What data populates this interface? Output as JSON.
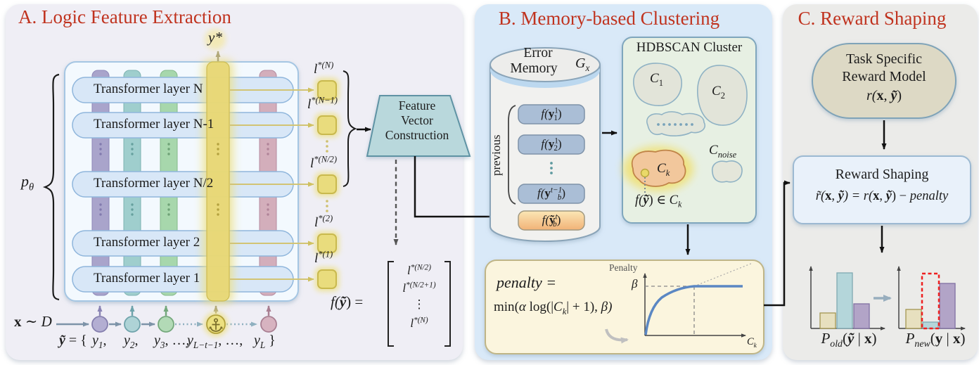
{
  "panelA": {
    "title": "A. Logic Feature Extraction",
    "p_theta": {
      "base": "p",
      "sub": "θ"
    },
    "y_star": "y*",
    "layers": [
      "Transformer layer N",
      "Transformer layer N-1",
      "Transformer layer N/2",
      "Transformer layer 2",
      "Transformer layer 1"
    ],
    "logits": [
      {
        "base": "l",
        "sup": "*(N)"
      },
      {
        "base": "l",
        "sup": "*(N−1)"
      },
      {
        "base": "l",
        "sup": "*(N/2)"
      },
      {
        "base": "l",
        "sup": "*(2)"
      },
      {
        "base": "l",
        "sup": "*(1)"
      }
    ],
    "trapezoid_lines": [
      "Feature",
      "Vector",
      "Construction"
    ],
    "vector": {
      "lhs": {
        "pre": "f(",
        "y": "ỹ",
        "post": ") ="
      },
      "entries": [
        {
          "base": "l",
          "sup": "*(N/2)"
        },
        {
          "base": "l",
          "sup": "*(N/2+1)"
        },
        {
          "base": "l",
          "sup": "*(N)"
        }
      ],
      "dots": "⋮"
    },
    "input": {
      "x_label": {
        "x": "x",
        "rest": " ∼ D"
      },
      "seq_lhs": {
        "y": "ỹ",
        "rest": " = {"
      },
      "tokens": [
        {
          "base": "y",
          "sub": "1",
          "post": ","
        },
        {
          "base": "y",
          "sub": "2",
          "post": ","
        },
        {
          "base": "y",
          "sub": "3",
          "post": ", …,"
        },
        {
          "base": "y",
          "sub": "L−t−1",
          "post": ", …,"
        },
        {
          "base": "y",
          "sub": "L",
          "post": " }"
        }
      ]
    }
  },
  "panelB": {
    "title": "B. Memory-based Clustering",
    "memory": {
      "title_line1": "Error",
      "title_line2": "Memory",
      "g_label": {
        "base": "G",
        "sub": "x"
      },
      "previous_label": "previous",
      "items": [
        {
          "pre": "f(",
          "base": "y",
          "sub": "1",
          "sup": "1",
          "post": ")"
        },
        {
          "pre": "f(",
          "base": "y",
          "sub": "2",
          "sup": "1",
          "post": ")"
        },
        {
          "pre": "f(",
          "base": "y",
          "sub": "b",
          "sup": "t−1",
          "post": ")"
        },
        {
          "pre": "f(",
          "base": "ỹ",
          "sub": "b",
          "sup": "t",
          "post": ")"
        }
      ]
    },
    "cluster": {
      "title": "HDBSCAN Cluster",
      "c1": {
        "base": "C",
        "sub": "1"
      },
      "c2": {
        "base": "C",
        "sub": "2"
      },
      "cnoise": {
        "base": "C",
        "sub": "noise"
      },
      "ck": {
        "base": "C",
        "sub": "k"
      },
      "membership": {
        "pre": "f(",
        "y": "ỹ",
        "mid": ") ∈ ",
        "base": "C",
        "sub": "k"
      }
    },
    "penalty": {
      "line1": "penalty =",
      "line2": {
        "p1": "min",
        "p2": "(",
        "p3": "α",
        "p4": " log(|",
        "p5": "C",
        "sub": "k",
        "p6": "| + 1), ",
        "p7": "β)"
      },
      "plot": {
        "ylabel": "Penalty",
        "beta": "β",
        "xlabel": {
          "base": "C",
          "sub": "k"
        },
        "curve": "penalty rises logarithmically then saturates at β"
      }
    }
  },
  "panelC": {
    "title": "C. Reward Shaping",
    "reward_model": {
      "line1": "Task Specific",
      "line2": "Reward Model",
      "formula": {
        "p1": "r(",
        "x": "x",
        "c": ", ",
        "y": "ỹ",
        "p2": ")"
      }
    },
    "shaping": {
      "title": "Reward Shaping",
      "formula": {
        "p1": "r̃(",
        "x1": "x",
        "c1": ", ",
        "y1": "ỹ",
        "p2": ") = r(",
        "x2": "x",
        "c2": ", ",
        "y2": "ỹ",
        "p3": ") − ",
        "p4": "penalty"
      }
    },
    "hist": {
      "old_label": {
        "P": "P",
        "sub": "old",
        "p1": "(",
        "y": "ỹ",
        "p2": " | ",
        "x": "x",
        "p3": ")"
      },
      "new_label": {
        "P": "P",
        "sub": "new",
        "p1": "(",
        "y": "y",
        "p2": " | ",
        "x": "x",
        "p3": ")"
      },
      "old_values": [
        0.25,
        0.89,
        0.39
      ],
      "new_values": [
        0.3,
        0.1,
        0.72
      ],
      "ghost_value": 0.88,
      "bar_order": [
        "tan",
        "teal",
        "purple"
      ]
    }
  },
  "colors": {
    "title_red": "#c0331f",
    "panel_a_bg": "#efeef5",
    "panel_b_bg": "#d9e9f8",
    "panel_c_bg": "#ebebe9",
    "highlight_yellow": "#e7d775",
    "cluster_orange": "#f2c79c",
    "curve_blue": "#5b87c3",
    "ghost_red": "#ee2020",
    "bar_tan": "#e7e0bf",
    "bar_teal": "#b4d6da",
    "bar_purple": "#b2a4c7"
  },
  "icons": {
    "anchor": "anchor-icon",
    "vertical_dots": "ellipsis-v-icon",
    "horizontal_dots": "ellipsis-h-icon",
    "flow_arrow": "arrow-icon"
  }
}
